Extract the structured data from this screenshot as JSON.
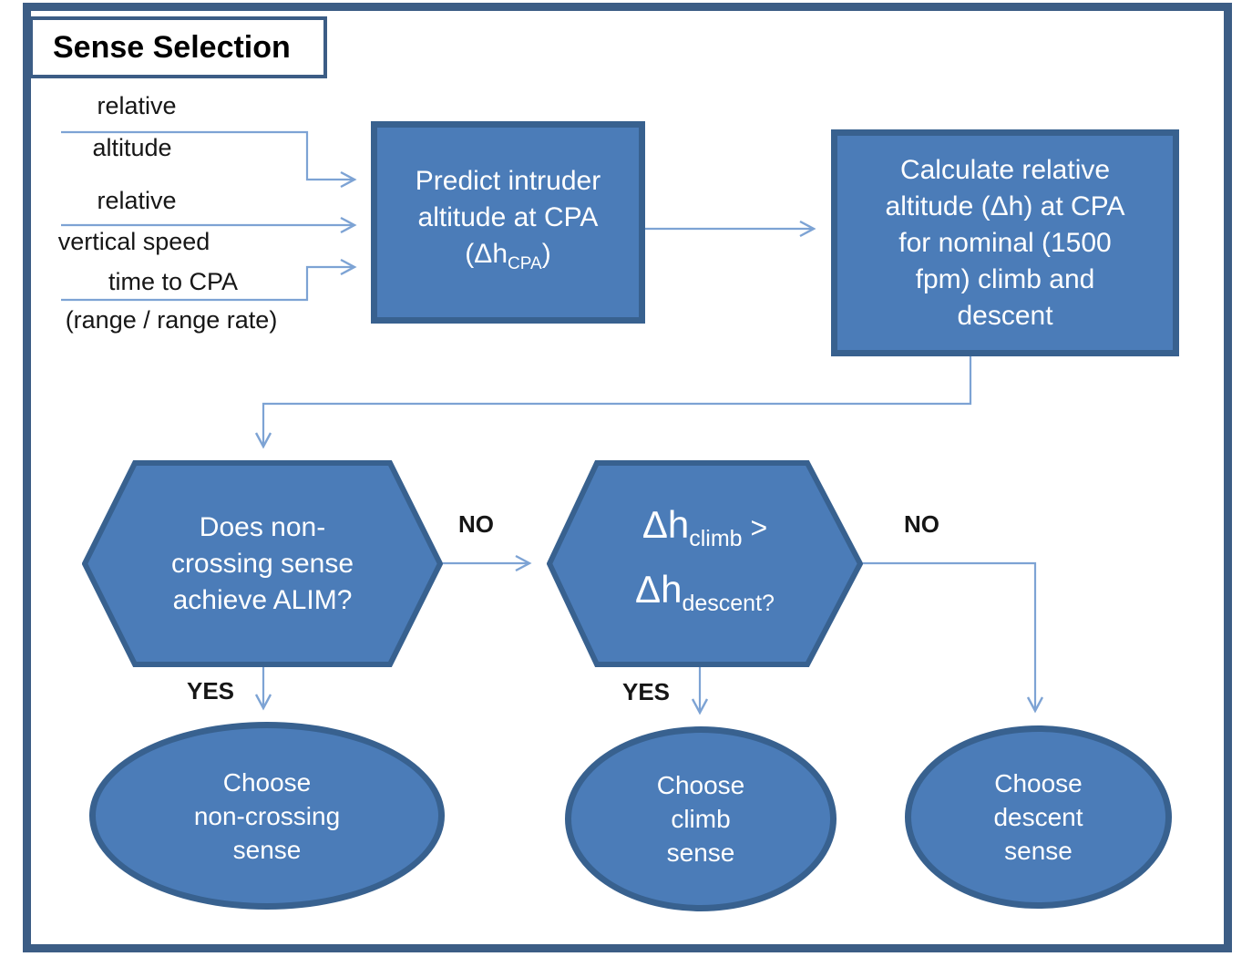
{
  "title": "Sense Selection",
  "colors": {
    "shape_fill": "#4b7cb8",
    "shape_border": "#38618f",
    "frame": "#3c5d85",
    "connector": "#7da3d4",
    "label_text": "#161616",
    "shape_text": "#ffffff"
  },
  "inputs": [
    {
      "lines": [
        "relative",
        "altitude"
      ]
    },
    {
      "lines": [
        "relative",
        "vertical speed"
      ]
    },
    {
      "lines": [
        "time to CPA",
        "(range / range rate)"
      ]
    }
  ],
  "boxes": {
    "predict": {
      "lines": [
        "Predict intruder",
        "altitude at CPA"
      ],
      "formula": {
        "open": "(Δh",
        "sub": "CPA",
        "close": ")"
      }
    },
    "calculate": {
      "lines": [
        "Calculate relative",
        "altitude (Δh) at CPA",
        "for nominal (1500",
        "fpm) climb and",
        "descent"
      ]
    }
  },
  "decisions": {
    "non_crossing": {
      "lines": [
        "Does non-",
        "crossing sense",
        "achieve ALIM?"
      ]
    },
    "climb_vs_descent": {
      "line1": {
        "main": "Δh",
        "sub": "climb",
        "tail": " >"
      },
      "line2": {
        "main": "Δh",
        "sub": "descent?"
      }
    }
  },
  "outcomes": {
    "non_crossing": {
      "lines": [
        "Choose",
        "non-crossing",
        "sense"
      ]
    },
    "climb": {
      "lines": [
        "Choose",
        "climb",
        "sense"
      ]
    },
    "descent": {
      "lines": [
        "Choose",
        "descent",
        "sense"
      ]
    }
  },
  "edge_labels": {
    "no1": "NO",
    "yes1": "YES",
    "no2": "NO",
    "yes2": "YES"
  }
}
